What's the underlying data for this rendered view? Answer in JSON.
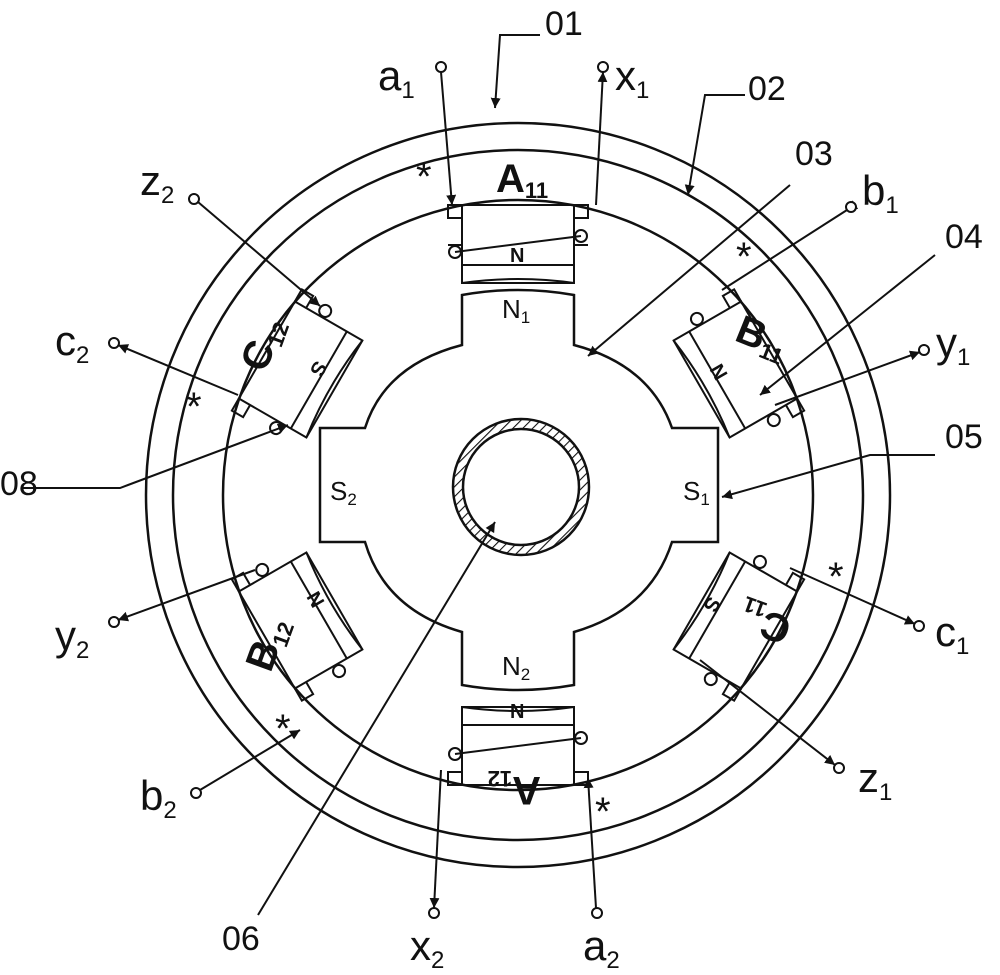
{
  "colors": {
    "ink": "#111111",
    "paper": "#ffffff"
  },
  "references": [
    "01",
    "02",
    "03",
    "04",
    "05",
    "06",
    "08"
  ],
  "terminals": {
    "a1": {
      "base": "a",
      "sub": "1"
    },
    "x1": {
      "base": "x",
      "sub": "1"
    },
    "b1": {
      "base": "b",
      "sub": "1"
    },
    "y1": {
      "base": "y",
      "sub": "1"
    },
    "c1": {
      "base": "c",
      "sub": "1"
    },
    "z1": {
      "base": "z",
      "sub": "1"
    },
    "a2": {
      "base": "a",
      "sub": "2"
    },
    "x2": {
      "base": "x",
      "sub": "2"
    },
    "b2": {
      "base": "b",
      "sub": "2"
    },
    "y2": {
      "base": "y",
      "sub": "2"
    },
    "c2": {
      "base": "c",
      "sub": "2"
    },
    "z2": {
      "base": "z",
      "sub": "2"
    }
  },
  "stator_poles": {
    "A11": {
      "base": "A",
      "sub": "11"
    },
    "B11": {
      "base": "B",
      "sub": "11"
    },
    "C11": {
      "base": "C",
      "sub": "11"
    },
    "A12": {
      "base": "A",
      "sub": "12"
    },
    "B12": {
      "base": "B",
      "sub": "12"
    },
    "C12": {
      "base": "C",
      "sub": "12"
    }
  },
  "rotor_poles": {
    "N1": {
      "base": "N",
      "sub": "1"
    },
    "N2": {
      "base": "N",
      "sub": "2"
    },
    "S1": {
      "base": "S",
      "sub": "1"
    },
    "S2": {
      "base": "S",
      "sub": "2"
    }
  },
  "magnet_marks": {
    "north": "N",
    "south": "S"
  },
  "polarity_mark": "*"
}
